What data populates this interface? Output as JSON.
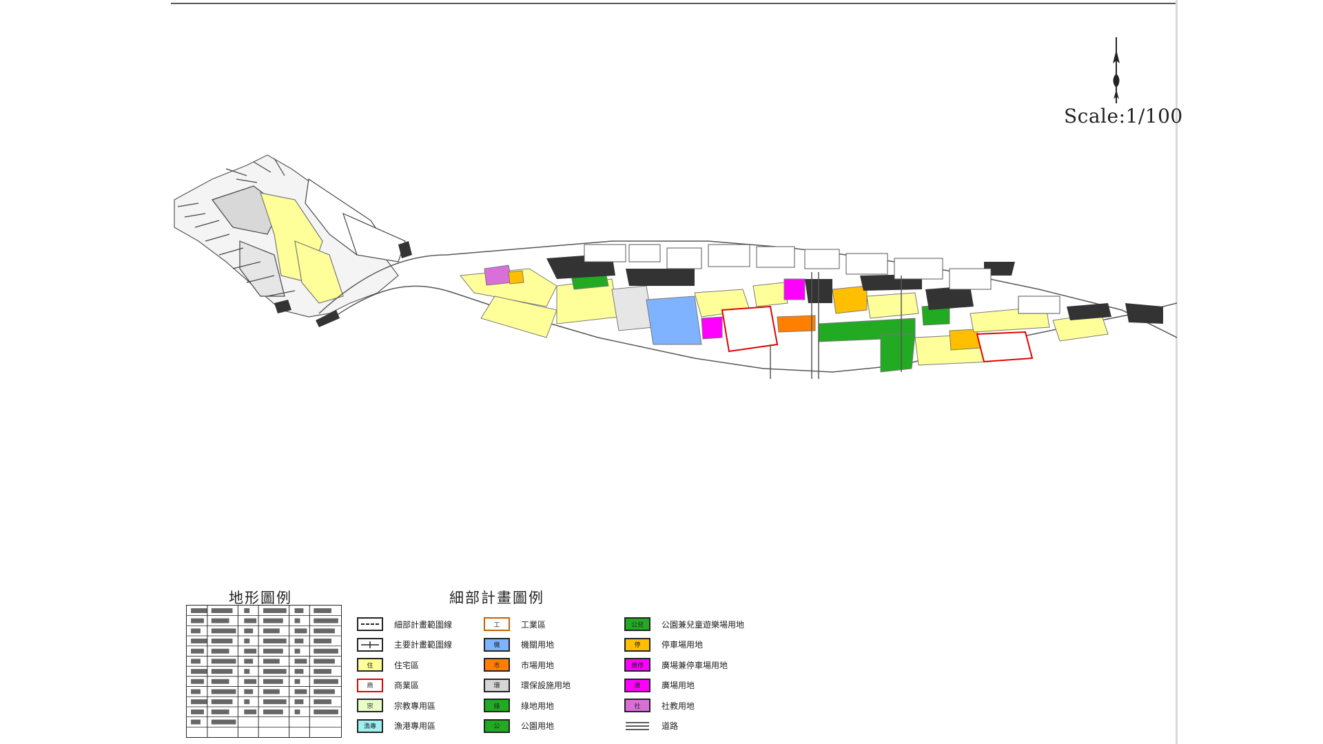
{
  "map": {
    "scale_label": "Scale:1/100",
    "colors": {
      "residential": "#ffff99",
      "commercial": "#ff0000",
      "park": "#22aa22",
      "school": "#7fb2ff",
      "market": "#ff8000",
      "parking": "#ffbf00",
      "plaza": "#ff00ff",
      "social_education": "#d96fd9",
      "building": "#333333"
    }
  },
  "topo_legend": {
    "title": "地形圖例"
  },
  "plan_legend": {
    "title": "細部計畫圖例",
    "items": [
      {
        "label": "細部計畫範圍線",
        "code": "",
        "fill": "#ffffff",
        "border": "#222222",
        "kind": "dash"
      },
      {
        "label": "主要計畫範圍線",
        "code": "",
        "fill": "#ffffff",
        "border": "#222222",
        "kind": "tick"
      },
      {
        "label": "住宅區",
        "code": "住",
        "fill": "#ffff99",
        "border": "#222222",
        "kind": "box"
      },
      {
        "label": "商業區",
        "code": "商",
        "fill": "#ffffff",
        "border": "#e00000",
        "kind": "box"
      },
      {
        "label": "宗教專用區",
        "code": "宗",
        "fill": "#e8ffc8",
        "border": "#222222",
        "kind": "box"
      },
      {
        "label": "漁港專用區",
        "code": "漁專",
        "fill": "#9ff0f0",
        "border": "#222222",
        "kind": "box"
      },
      {
        "label": "工業區",
        "code": "工",
        "fill": "#ffffff",
        "border": "#c86000",
        "kind": "box"
      },
      {
        "label": "機關用地",
        "code": "機",
        "fill": "#7fb2ff",
        "border": "#222222",
        "kind": "box"
      },
      {
        "label": "市場用地",
        "code": "市",
        "fill": "#ff8000",
        "border": "#222222",
        "kind": "box"
      },
      {
        "label": "環保設施用地",
        "code": "環",
        "fill": "#d6d6d6",
        "border": "#222222",
        "kind": "box"
      },
      {
        "label": "綠地用地",
        "code": "綠",
        "fill": "#22aa22",
        "border": "#222222",
        "kind": "box"
      },
      {
        "label": "公園用地",
        "code": "公",
        "fill": "#22aa22",
        "border": "#222222",
        "kind": "box"
      },
      {
        "label": "公園兼兒童遊樂場用地",
        "code": "公兒",
        "fill": "#22aa22",
        "border": "#222222",
        "kind": "box"
      },
      {
        "label": "停車場用地",
        "code": "停",
        "fill": "#ffbf00",
        "border": "#222222",
        "kind": "box"
      },
      {
        "label": "廣場兼停車場用地",
        "code": "廣停",
        "fill": "#ff00ff",
        "border": "#222222",
        "kind": "box"
      },
      {
        "label": "廣場用地",
        "code": "廣",
        "fill": "#ff00ff",
        "border": "#222222",
        "kind": "box"
      },
      {
        "label": "社教用地",
        "code": "社",
        "fill": "#d96fd9",
        "border": "#222222",
        "kind": "box"
      },
      {
        "label": "道路",
        "code": "",
        "fill": "#ffffff",
        "border": "#222222",
        "kind": "road"
      }
    ]
  }
}
